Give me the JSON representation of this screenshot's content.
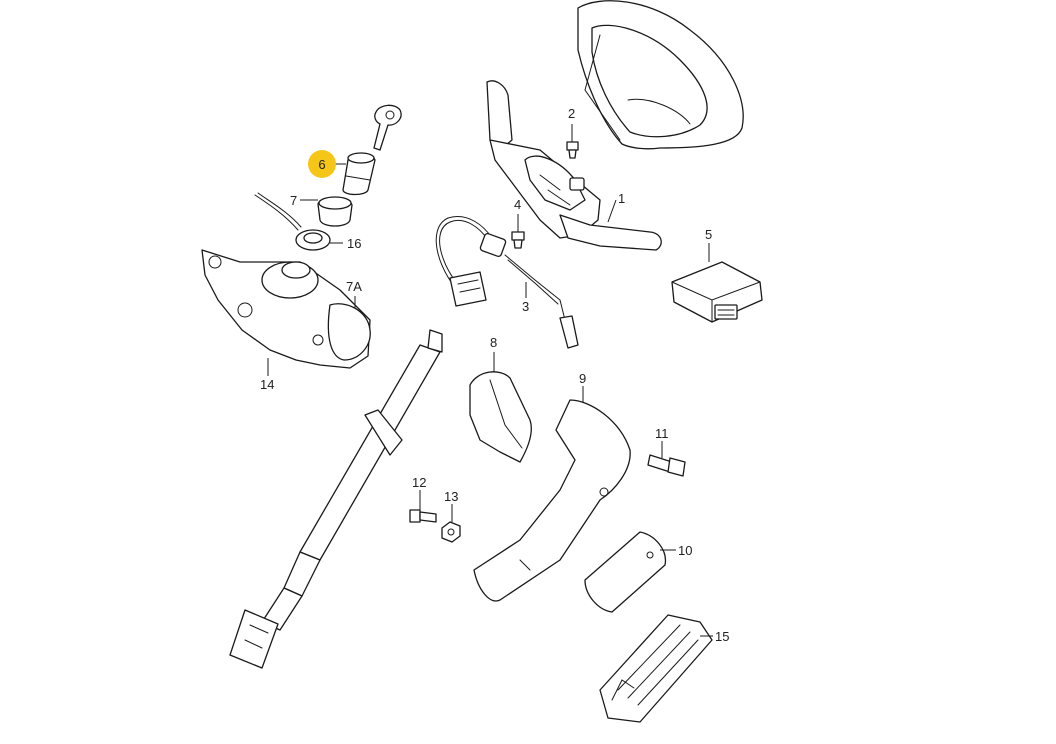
{
  "highlight_color": "#F5C518",
  "highlighted_callout": "6",
  "callouts": [
    "1",
    "2",
    "3",
    "4",
    "5",
    "6",
    "7",
    "7A",
    "8",
    "9",
    "10",
    "11",
    "12",
    "13",
    "14",
    "15",
    "16"
  ]
}
